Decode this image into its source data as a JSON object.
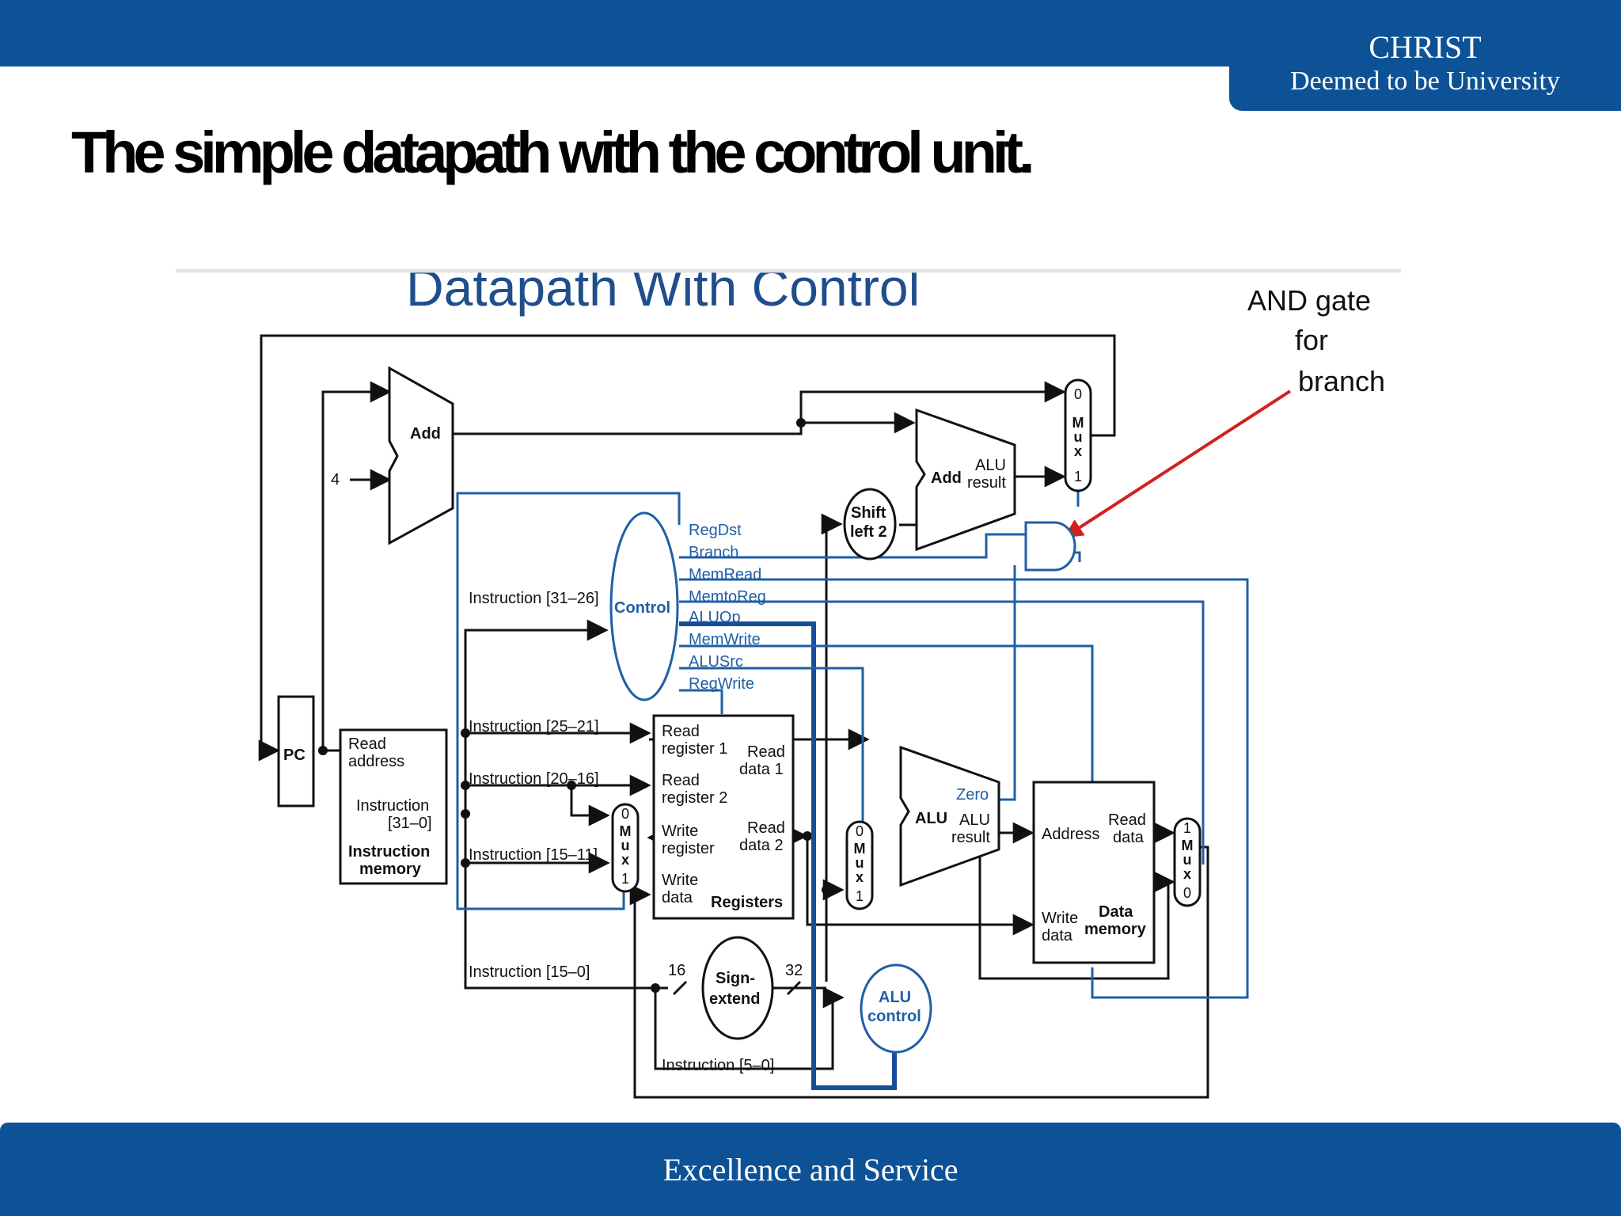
{
  "header": {
    "brand_name": "CHRIST",
    "brand_subtitle": "Deemed to be University"
  },
  "slide": {
    "title": "The simple datapath with the control unit."
  },
  "diagram": {
    "title": "Datapath With Control",
    "annotation": [
      "AND gate",
      "for",
      "branch"
    ],
    "blocks": {
      "pc": "PC",
      "add_top": "Add",
      "const_four": "4",
      "add_branch": "Add",
      "alu_result_top": [
        "ALU",
        "result"
      ],
      "shift_left": [
        "Shift",
        "left 2"
      ],
      "control": "Control",
      "sign_extend": [
        "Sign-",
        "extend"
      ],
      "alu_control": [
        "ALU",
        "control"
      ],
      "alu": "ALU",
      "zero": "Zero",
      "alu_result": [
        "ALU",
        "result"
      ]
    },
    "instruction_memory": [
      "Read",
      "address",
      "Instruction",
      "[31–0]",
      "Instruction",
      "memory"
    ],
    "registers": {
      "read_register_1": [
        "Read",
        "register 1"
      ],
      "read_register_2": [
        "Read",
        "register 2"
      ],
      "write_register": [
        "Write",
        "register"
      ],
      "write_data": [
        "Write",
        "data"
      ],
      "read_data_1": [
        "Read",
        "data 1"
      ],
      "read_data_2": [
        "Read",
        "data 2"
      ],
      "name": "Registers"
    },
    "data_memory": {
      "address": "Address",
      "read_data": [
        "Read",
        "data"
      ],
      "write_data": [
        "Write",
        "data"
      ],
      "name": [
        "Data",
        "memory"
      ]
    },
    "control_signals": [
      "RegDst",
      "Branch",
      "MemRead",
      "MemtoReg",
      "ALUOp",
      "MemWrite",
      "ALUSrc",
      "RegWrite"
    ],
    "instruction_fields": [
      "Instruction [31–26]",
      "Instruction [25–21]",
      "Instruction [20–16]",
      "Instruction [15–11]",
      "Instruction [15–0]",
      "Instruction [5–0]"
    ],
    "bit_widths": [
      "16",
      "32"
    ],
    "mux_labels": {
      "pc_mux": [
        "0",
        "M",
        "u",
        "x",
        "1"
      ],
      "regdst_mux": [
        "0",
        "M",
        "u",
        "x",
        "1"
      ],
      "alusrc_mux": [
        "0",
        "M",
        "u",
        "x",
        "1"
      ],
      "memtoreg_mux": [
        "1",
        "M",
        "u",
        "x",
        "0"
      ]
    },
    "colors": {
      "control_blue": "#1f5fa6",
      "wire_black": "#111111",
      "arrow_red": "#d22020",
      "title_blue": "#1f4e8c"
    }
  },
  "footer": {
    "tagline": "Excellence and Service"
  }
}
